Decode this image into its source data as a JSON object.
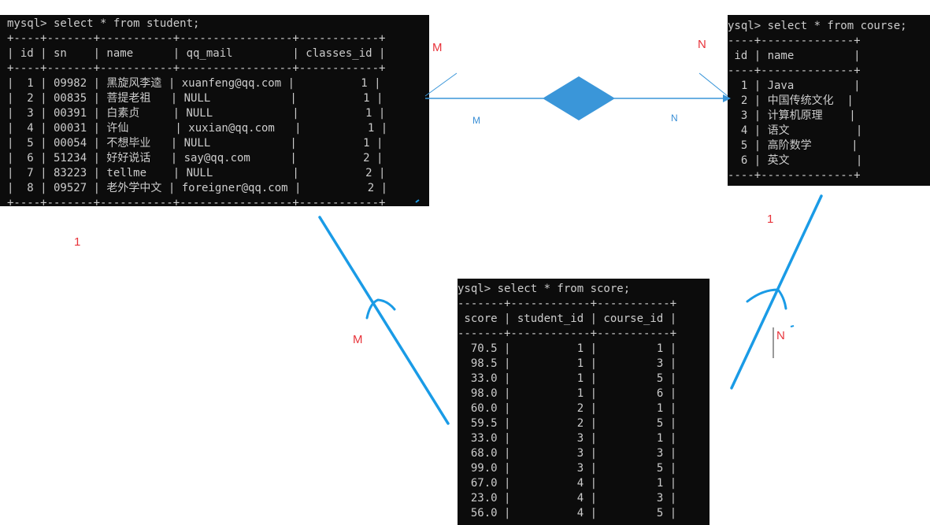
{
  "student_terminal": {
    "lines": [
      "mysql> select * from student;",
      "+----+-------+-----------+-----------------+------------+",
      "| id | sn    | name      | qq_mail         | classes_id |",
      "+----+-------+-----------+-----------------+------------+",
      "|  1 | 09982 | 黑旋风李逵 | xuanfeng@qq.com |          1 |",
      "|  2 | 00835 | 菩提老祖   | NULL            |          1 |",
      "|  3 | 00391 | 白素贞     | NULL            |          1 |",
      "|  4 | 00031 | 许仙       | xuxian@qq.com   |          1 |",
      "|  5 | 00054 | 不想毕业   | NULL            |          1 |",
      "|  6 | 51234 | 好好说话   | say@qq.com      |          2 |",
      "|  7 | 83223 | tellme    | NULL            |          2 |",
      "|  8 | 09527 | 老外学中文 | foreigner@qq.com |          2 |",
      "+----+-------+-----------+-----------------+------------+"
    ]
  },
  "course_terminal": {
    "lines": [
      "ysql> select * from course;",
      "----+--------------+",
      " id | name         |",
      "----+--------------+",
      "  1 | Java         |",
      "  2 | 中国传统文化  |",
      "  3 | 计算机原理    |",
      "  4 | 语文          |",
      "  5 | 高阶数学      |",
      "  6 | 英文          |",
      "----+--------------+"
    ]
  },
  "score_terminal": {
    "lines": [
      "ysql> select * from score;",
      "-------+------------+-----------+",
      " score | student_id | course_id |",
      "-------+------------+-----------+",
      "  70.5 |          1 |         1 |",
      "  98.5 |          1 |         3 |",
      "  33.0 |          1 |         5 |",
      "  98.0 |          1 |         6 |",
      "  60.0 |          2 |         1 |",
      "  59.5 |          2 |         5 |",
      "  33.0 |          3 |         1 |",
      "  68.0 |          3 |         3 |",
      "  99.0 |          3 |         5 |",
      "  67.0 |          4 |         1 |",
      "  23.0 |          4 |         3 |",
      "  56.0 |          4 |         5 |"
    ]
  },
  "annotations": {
    "student_M": "M",
    "course_N": "N",
    "relation_M": "M",
    "relation_N": "N",
    "student_one": "1",
    "course_one": "1",
    "score_M": "M",
    "score_N": "N"
  },
  "colors": {
    "terminal_bg": "#0c0c0c",
    "terminal_text": "#cccccc",
    "diamond": "#3a96d9",
    "pen_blue": "#1a9be6",
    "label_red": "#e8333a"
  }
}
